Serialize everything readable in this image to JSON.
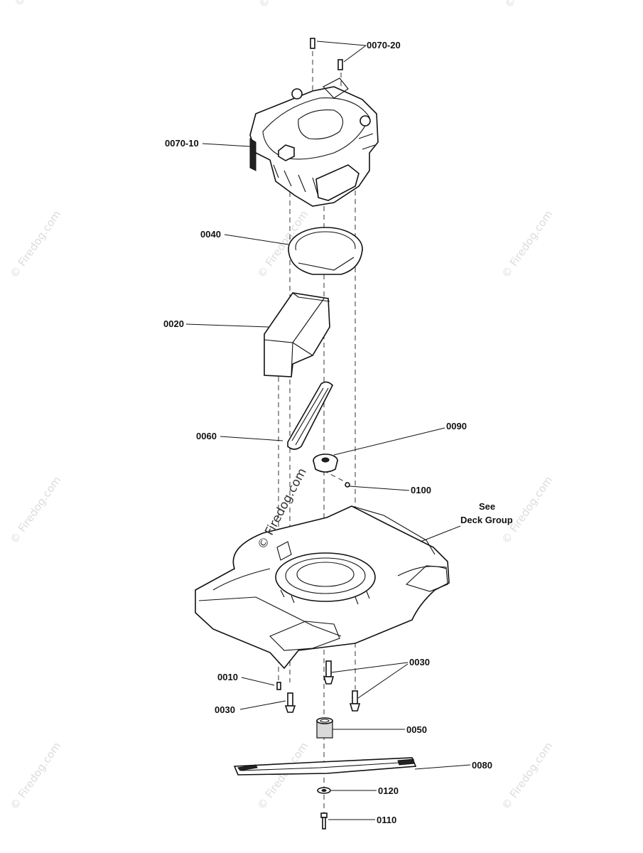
{
  "labels": {
    "l0070_20": "0070-20",
    "l0070_10": "0070-10",
    "l0040": "0040",
    "l0020": "0020",
    "l0060": "0060",
    "l0090": "0090",
    "l0100": "0100",
    "see": "See",
    "deck_group": "Deck Group",
    "l0010": "0010",
    "l0030_left": "0030",
    "l0030_right": "0030",
    "l0050": "0050",
    "l0080": "0080",
    "l0120": "0120",
    "l0110": "0110"
  },
  "watermark": {
    "text": "© Firedog.com",
    "center_text": "© Firedog.com"
  }
}
